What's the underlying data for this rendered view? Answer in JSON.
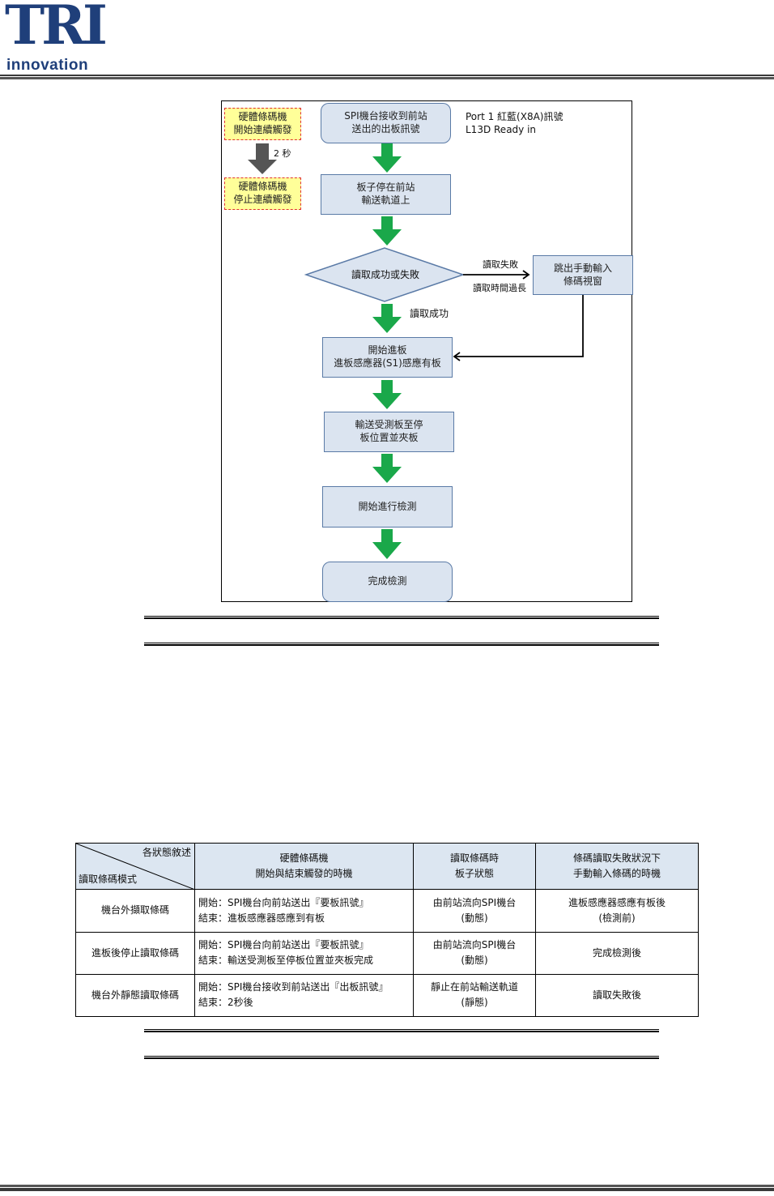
{
  "header": {
    "logo_main": "TRI",
    "logo_sub": "innovation"
  },
  "flowchart": {
    "hw_start": "硬體條碼機\n開始連續觸發",
    "delay": "2 秒",
    "hw_stop": "硬體條碼機\n停止連續觸發",
    "step1": "SPI機台接收到前站\n送出的出板訊號",
    "port_note": "Port 1 紅藍(X8A)訊號\n     L13D Ready in",
    "step2": "板子停在前站\n輸送軌道上",
    "decision": "讀取成功或失敗",
    "fail_label": "讀取失敗",
    "timeout_label": "讀取時間過長",
    "manual": "跳出手動輸入\n條碼視窗",
    "success_label": "讀取成功",
    "step3": "開始進板\n進板感應器(S1)感應有板",
    "step4": "輸送受測板至停\n板位置並夾板",
    "step5": "開始進行檢測",
    "step6": "完成檢測"
  },
  "table": {
    "corner_top": "各狀態敘述",
    "corner_bottom": "讀取條碼模式",
    "headers": [
      "硬體條碼機\n開始與結束觸發的時機",
      "讀取條碼時\n板子狀態",
      "條碼讀取失敗狀況下\n手動輸入條碼的時機"
    ],
    "rows": [
      {
        "mode": "機台外擷取條碼",
        "timing": "開始：SPI機台向前站送出『要板訊號』\n結束：進板感應器感應到有板",
        "state": "由前站流向SPI機台\n(動態)",
        "manual": "進板感應器感應有板後\n(檢測前)"
      },
      {
        "mode": "進板後停止讀取條碼",
        "timing": "開始：SPI機台向前站送出『要板訊號』\n結束：輸送受測板至停板位置並夾板完成",
        "state": "由前站流向SPI機台\n(動態)",
        "manual": "完成檢測後"
      },
      {
        "mode": "機台外靜態讀取條碼",
        "timing": "開始：SPI機台接收到前站送出『出板訊號』\n結束：2秒後",
        "state": "靜止在前站輸送軌道\n(靜態)",
        "manual": "讀取失敗後"
      }
    ]
  },
  "colors": {
    "brand": "#1f3f7a",
    "box_fill": "#dbe4f0",
    "box_border": "#5a7aa6",
    "arrow_green": "#1aa84a",
    "arrow_gray": "#555555",
    "note_fill": "#ffff99",
    "note_border": "#e03030",
    "table_header": "#dce6f1"
  }
}
